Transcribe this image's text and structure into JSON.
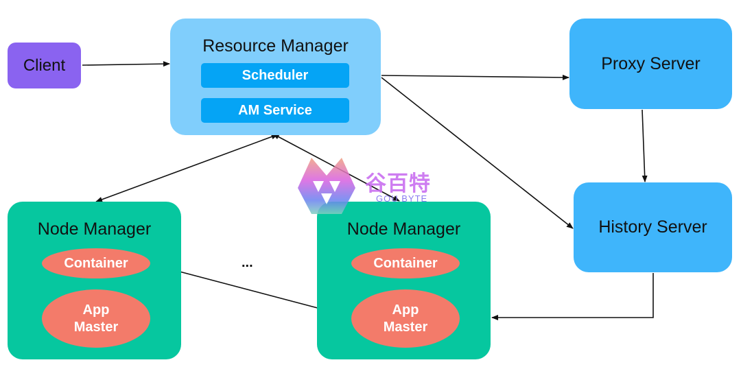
{
  "client": {
    "label": "Client"
  },
  "resource_manager": {
    "title": "Resource Manager",
    "components": [
      "Scheduler",
      "AM Service"
    ]
  },
  "proxy_server": {
    "label": "Proxy Server"
  },
  "history_server": {
    "label": "History Server"
  },
  "node_managers": [
    {
      "title": "Node Manager",
      "container": "Container",
      "app_master": "App\nMaster"
    },
    {
      "title": "Node Manager",
      "container": "Container",
      "app_master": "App\nMaster"
    }
  ],
  "ellipsis": "...",
  "watermark": {
    "text": "谷百特",
    "sub": "GOU BYTE"
  },
  "colors": {
    "client": "#8a63f0",
    "resource_manager": "#80cefc",
    "sub": "#05a4f5",
    "server": "#3fb5fb",
    "node_manager": "#06c79f",
    "ellipse": "#f37b6a"
  }
}
